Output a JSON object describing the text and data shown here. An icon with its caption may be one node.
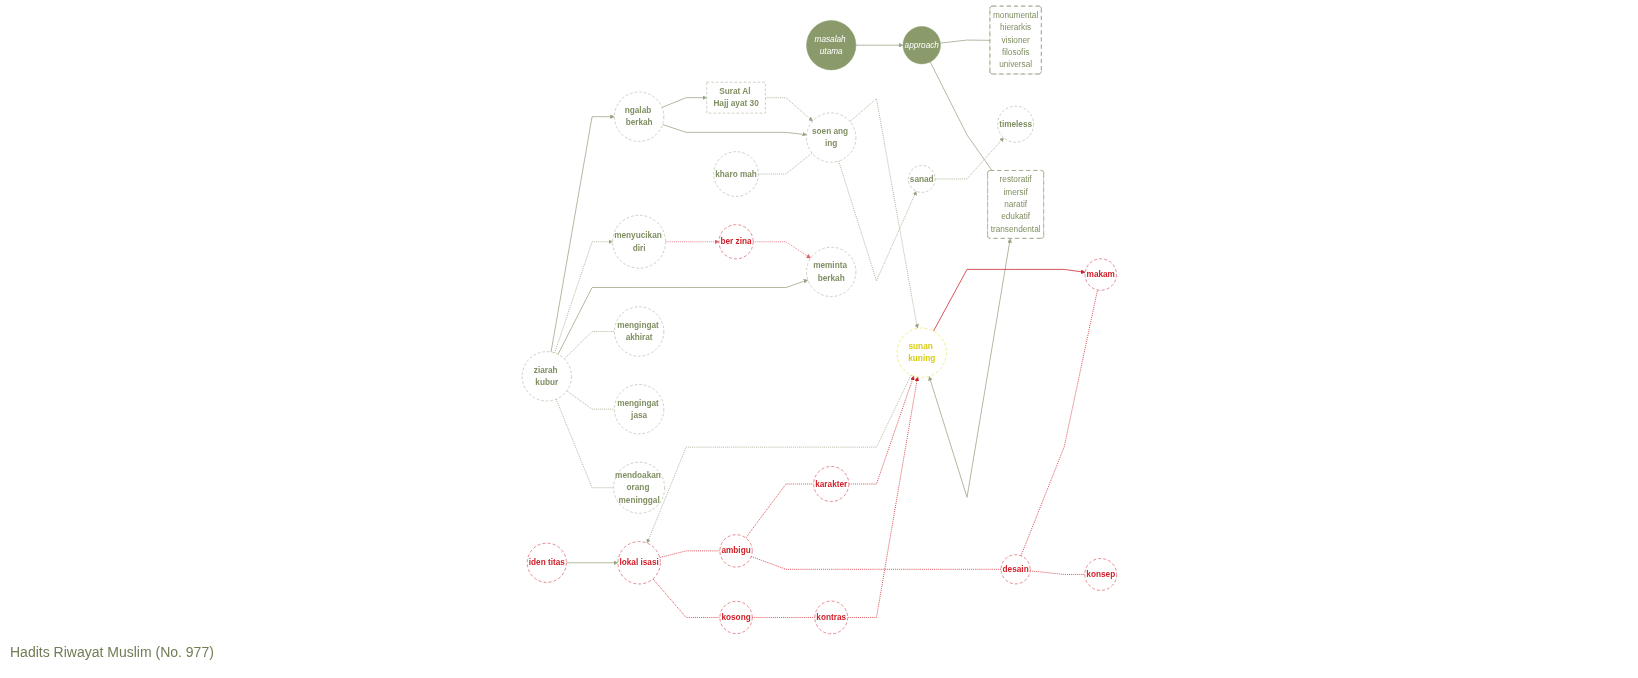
{
  "diagram": {
    "nodes": [
      {
        "text": [
          "iden titas"
        ]
      },
      {
        "text": [
          "masalah utama"
        ]
      },
      {
        "text": [
          "ziarah kubur"
        ]
      },
      {
        "text": [
          "mendoakan orang meninggal"
        ]
      },
      {
        "text": [
          "mengingat jasa"
        ]
      },
      {
        "text": [
          "mengingat akhirat"
        ]
      },
      {
        "text": [
          "menyucikan diri"
        ]
      },
      {
        "text": [
          "ber zina"
        ]
      },
      {
        "text": [
          "meminta berkah"
        ]
      },
      {
        "text": [
          "ngalab berkah"
        ]
      },
      {
        "text": [
          "Surat Al Hajj ayat 30"
        ]
      },
      {
        "text": [
          "soen ang ing"
        ]
      },
      {
        "text": [
          "sanad"
        ]
      },
      {
        "text": [
          "kharo mah"
        ]
      },
      {
        "text": [
          "timeless"
        ]
      },
      {
        "text": [
          "approach"
        ]
      },
      {
        "text": [
          "restoratif",
          "imersif",
          "naratif",
          "edukatif",
          "transendental"
        ]
      },
      {
        "text": [
          "monumental",
          "hierarkis",
          "visioner",
          "filosofis",
          "universal"
        ]
      },
      {
        "text": [
          "sunan kuning"
        ]
      },
      {
        "text": [
          "lokal isasi"
        ]
      },
      {
        "text": [
          "kosong"
        ]
      },
      {
        "text": [
          "kontras"
        ]
      },
      {
        "text": [
          "ambigu"
        ]
      },
      {
        "text": [
          "desain"
        ]
      },
      {
        "text": [
          "karakter"
        ]
      },
      {
        "text": [
          "konsep"
        ]
      },
      {
        "text": [
          "makam"
        ]
      }
    ],
    "edges": [
      {
        "from": 0,
        "to": 19,
        "arrow": "to"
      },
      {
        "from": 1,
        "to": 15,
        "arrow": "to"
      },
      {
        "from": 2,
        "to": 3,
        "arrow": "none",
        "style": "dashed"
      },
      {
        "from": 2,
        "to": 4,
        "arrow": "none",
        "style": "dashed"
      },
      {
        "from": 2,
        "to": 5,
        "arrow": "none",
        "style": "dashed"
      },
      {
        "from": 2,
        "to": 8,
        "arrow": "to"
      },
      {
        "from": 2,
        "to": 6,
        "arrow": "to",
        "style": "dashed"
      },
      {
        "from": 6,
        "to": 7,
        "arrow": "to",
        "style": "dashed",
        "color": "#e0606a"
      },
      {
        "from": 7,
        "to": 8,
        "arrow": "to",
        "style": "dashed",
        "color": "#e0606a"
      },
      {
        "from": 2,
        "to": 9,
        "arrow": "to"
      },
      {
        "from": 9,
        "to": 11,
        "arrow": "to"
      },
      {
        "from": 9,
        "to": 10,
        "arrow": "to"
      },
      {
        "from": 10,
        "to": 11,
        "arrow": "to",
        "style": "dashed"
      },
      {
        "from": 13,
        "to": 11,
        "arrow": "none",
        "style": "dashed"
      },
      {
        "from": 11,
        "to": 12,
        "arrow": "to",
        "style": "dashed"
      },
      {
        "from": 12,
        "to": 14,
        "arrow": "to",
        "style": "dashed"
      },
      {
        "from": 11,
        "to": 18,
        "arrow": "to",
        "style": "dashed"
      },
      {
        "from": 15,
        "to": 16,
        "arrow": "none"
      },
      {
        "from": 15,
        "to": 17,
        "arrow": "none"
      },
      {
        "from": 18,
        "to": 16,
        "arrow": "both"
      },
      {
        "from": 18,
        "to": 19,
        "arrow": "to",
        "style": "dashed"
      },
      {
        "from": 19,
        "to": 20,
        "arrow": "none",
        "style": "dashed",
        "color": "#d0202a"
      },
      {
        "from": 20,
        "to": 21,
        "arrow": "none",
        "style": "dashed",
        "color": "#d0202a"
      },
      {
        "from": 21,
        "to": 18,
        "arrow": "to",
        "style": "dashed",
        "color": "#d0202a"
      },
      {
        "from": 19,
        "to": 22,
        "arrow": "none",
        "style": "dashed",
        "color": "#d0202a"
      },
      {
        "from": 22,
        "to": 23,
        "arrow": "none",
        "style": "dashed",
        "color": "#d0202a"
      },
      {
        "from": 22,
        "to": 24,
        "arrow": "none",
        "style": "dashed",
        "color": "#d0202a"
      },
      {
        "from": 24,
        "to": 18,
        "arrow": "to",
        "style": "dashed",
        "color": "#d0202a"
      },
      {
        "from": 23,
        "to": 25,
        "arrow": "none",
        "style": "dashed",
        "color": "#d0202a"
      },
      {
        "from": 23,
        "to": 26,
        "arrow": "none",
        "style": "dashed",
        "color": "#d0202a"
      },
      {
        "from": 18,
        "to": 26,
        "arrow": "to",
        "color": "#d0202a"
      }
    ],
    "labels": [
      "Hadits Riwayat Muslim (No. 977)"
    ]
  }
}
